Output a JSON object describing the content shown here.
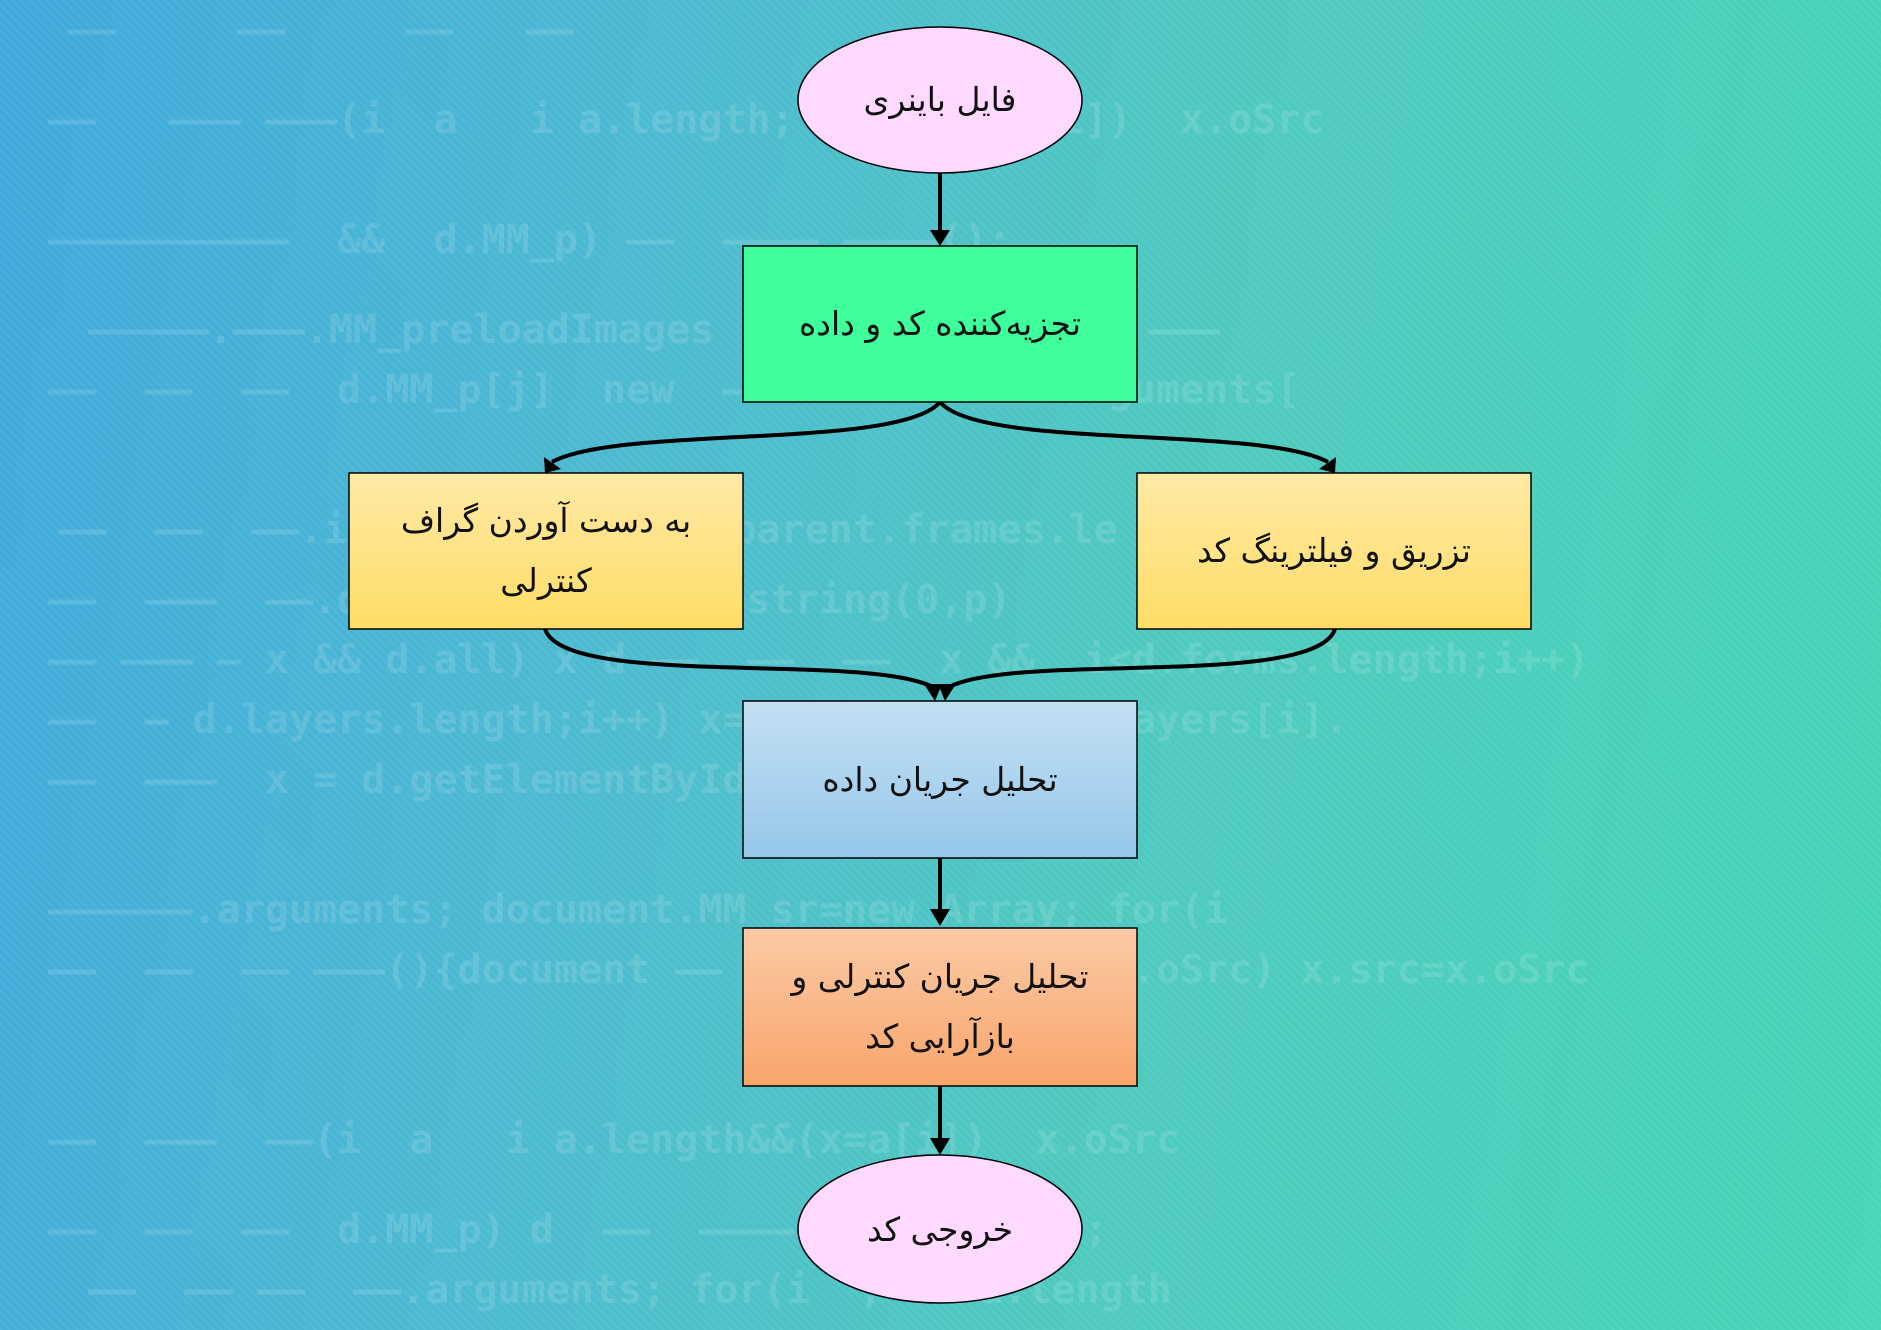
{
  "nodes": {
    "binary_file": "فایل باینری",
    "parser": "تجزیه‌کننده کد و داده",
    "cfg": "به دست آوردن گراف کنترلی",
    "injection": "تزریق و فیلترینگ کد",
    "dataflow": "تحلیل جریان داده",
    "controlflow": "تحلیل جریان کنترلی و بازآرایی کد",
    "output": "خروجی کد"
  },
  "colors": {
    "oval": "#ffd9ff",
    "parser": "#3fff9c",
    "yellow_top": "#ffe9a6",
    "yellow_bottom": "#ffdd66",
    "blue_top": "#c4e0f4",
    "blue_bottom": "#95c7ea",
    "orange_top": "#fbcaa6",
    "orange_bottom": "#f9a56b",
    "edge": "#000000"
  }
}
